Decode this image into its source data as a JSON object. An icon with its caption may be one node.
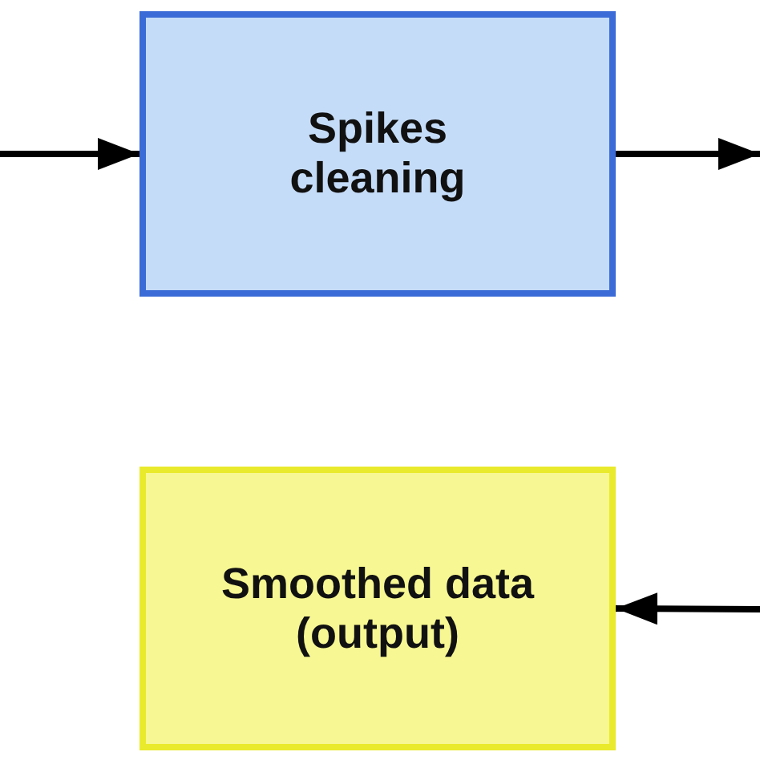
{
  "diagram": {
    "nodes": [
      {
        "text": [
          "Spikes cleaning"
        ]
      },
      {
        "text": [
          "Smoothed data (output)"
        ]
      }
    ],
    "edges": [
      {
        "from": null,
        "to": 0,
        "arrow": "to"
      },
      {
        "from": 0,
        "to": null,
        "arrow": "to"
      },
      {
        "from": null,
        "to": 1,
        "arrow": "to"
      }
    ]
  }
}
